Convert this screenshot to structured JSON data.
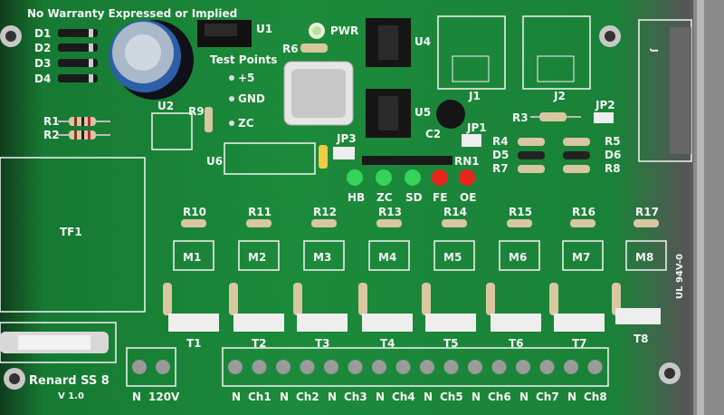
{
  "board": {
    "warranty": "No Warranty Expressed or Implied",
    "name": "Renard SS 8",
    "version": "V 1.0",
    "pwr": "PWR",
    "test_points": "Test Points",
    "tp_plus5": "+5",
    "tp_gnd": "GND",
    "tp_zc": "ZC",
    "ul": "UL 94V-0"
  },
  "diodes": [
    "D1",
    "D2",
    "D3",
    "D4"
  ],
  "resistors_left": [
    "R1",
    "R2"
  ],
  "refs": {
    "u1": "U1",
    "u2": "U2",
    "u4": "U4",
    "u5": "U5",
    "u6": "U6",
    "r6": "R6",
    "r9": "R9",
    "r3": "R3",
    "j1": "J1",
    "j2": "J2",
    "jp1": "JP1",
    "jp2": "JP2",
    "jp3": "JP3",
    "c2": "C2",
    "rn1": "RN1",
    "tf1": "TF1"
  },
  "right_parts": [
    {
      "left": "R4",
      "right": "R5"
    },
    {
      "left": "D5",
      "right": "D6"
    },
    {
      "left": "R7",
      "right": "R8"
    }
  ],
  "leds": [
    {
      "label": "HB",
      "color": "#35d35a"
    },
    {
      "label": "ZC",
      "color": "#35d35a"
    },
    {
      "label": "SD",
      "color": "#35d35a"
    },
    {
      "label": "FE",
      "color": "#e8261e"
    },
    {
      "label": "OE",
      "color": "#e8261e"
    }
  ],
  "channels": [
    {
      "r": "R10",
      "m": "M1",
      "t": "T1"
    },
    {
      "r": "R11",
      "m": "M2",
      "t": "T2"
    },
    {
      "r": "R12",
      "m": "M3",
      "t": "T3"
    },
    {
      "r": "R13",
      "m": "M4",
      "t": "T4"
    },
    {
      "r": "R14",
      "m": "M5",
      "t": "T5"
    },
    {
      "r": "R15",
      "m": "M6",
      "t": "T6"
    },
    {
      "r": "R16",
      "m": "M7",
      "t": "T7"
    },
    {
      "r": "R17",
      "m": "M8",
      "t": "T8"
    }
  ],
  "terminals": {
    "power": [
      "N",
      "120V"
    ],
    "outputs": [
      "N",
      "Ch1",
      "N",
      "Ch2",
      "N",
      "Ch3",
      "N",
      "Ch4",
      "N",
      "Ch5",
      "N",
      "Ch6",
      "N",
      "Ch7",
      "N",
      "Ch8"
    ]
  },
  "colors": {
    "pcb": "#1c8a3b",
    "silk": "#f4f4f4",
    "pad": "#c9c9b0",
    "resistor_body": "#d8c7a0"
  }
}
